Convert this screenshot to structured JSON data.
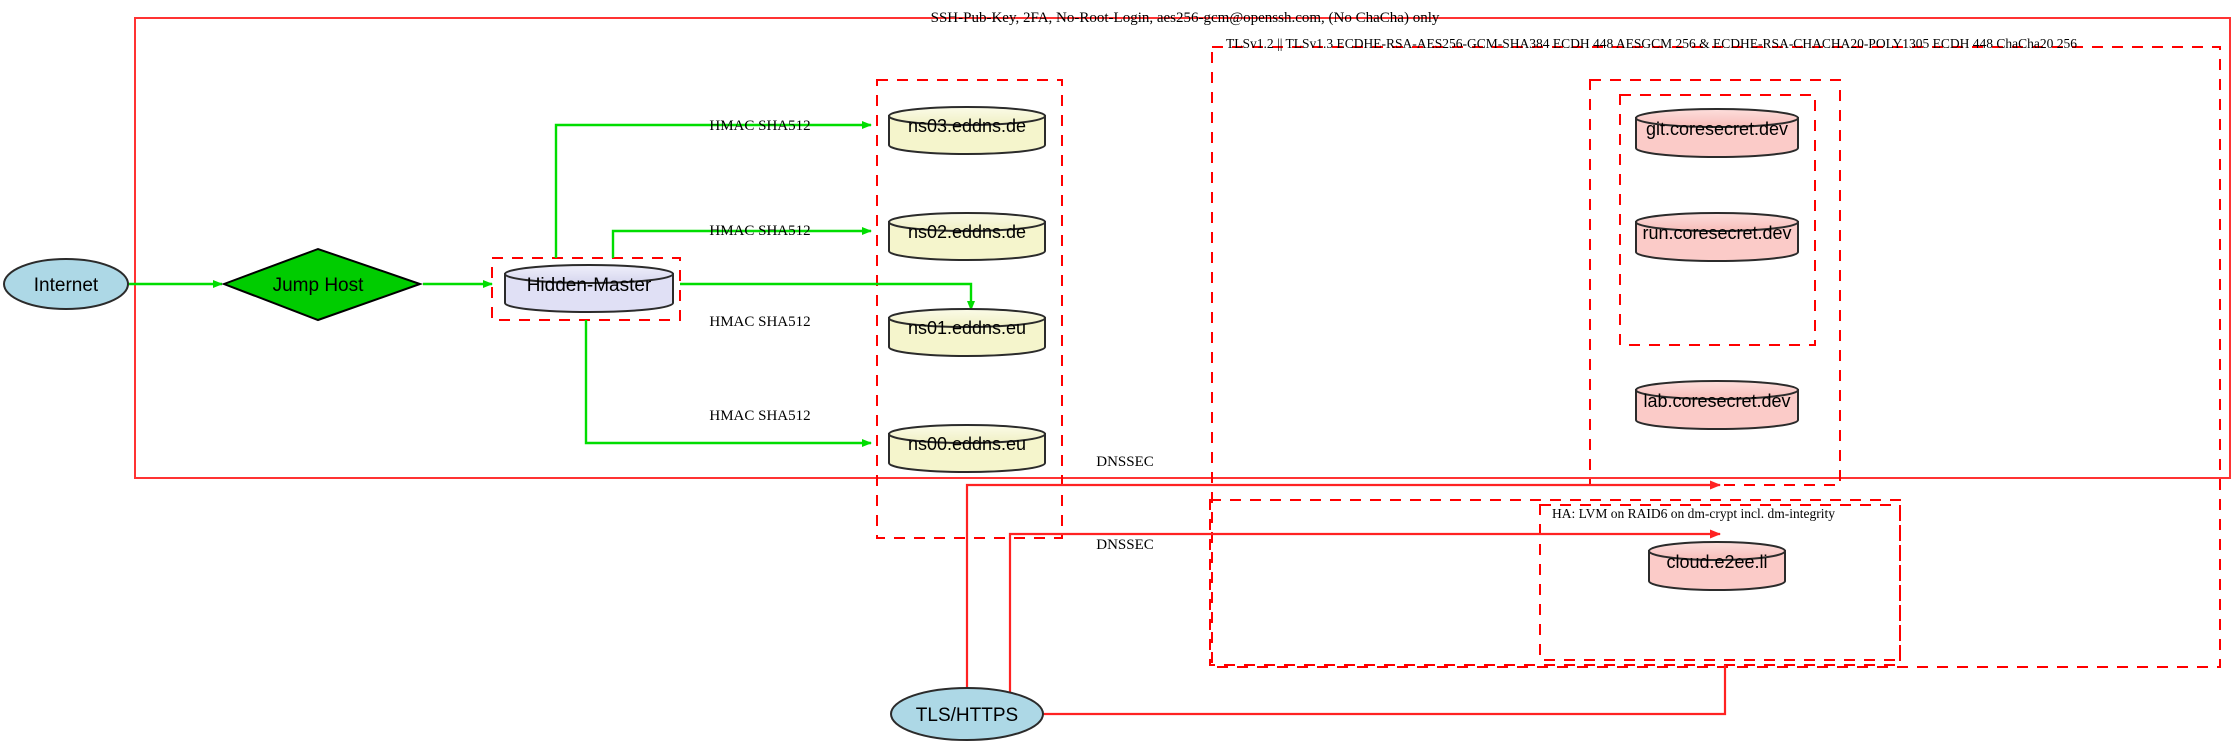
{
  "diagram": {
    "title_label": "SSH-Pub-Key, 2FA, No-Root-Login, aes256-gcm@openssh.com, (No ChaCha) only",
    "tls_label": "TLSv1.2 || TLSv1.3 ECDHE-RSA-AES256-GCM-SHA384 ECDH 448 AESGCM 256 & ECDHE-RSA-CHACHA20-POLY1305 ECDH 448 ChaCha20 256",
    "ha_label": "HA: LVM on RAID6 on dm-crypt incl. dm-integrity",
    "colors": {
      "boundary": "#ff3333",
      "dashed": "#ff0000",
      "flow_green": "#00dd00",
      "internet_fill": "#add8e6",
      "jumphost_fill": "#00cc00",
      "master_fill": "#e0e0f5",
      "dns_fill": "#f5f5cc",
      "secret_fill": "#fbcbc8",
      "stroke": "#2b2b2b"
    },
    "nodes": {
      "internet": "Internet",
      "jump_host": "Jump Host",
      "hidden_master": "Hidden-Master",
      "tls_https": "TLS/HTTPS",
      "dns": [
        {
          "label": "ns03.eddns.de"
        },
        {
          "label": "ns02.eddns.de"
        },
        {
          "label": "ns01.eddns.eu"
        },
        {
          "label": "ns00.eddns.eu"
        }
      ],
      "secrets": [
        {
          "label": "git.coresecret.dev"
        },
        {
          "label": "run.coresecret.dev"
        },
        {
          "label": "lab.coresecret.dev"
        }
      ],
      "cloud": "cloud.e2ee.li"
    },
    "edges": {
      "hmac": [
        {
          "label": "HMAC SHA512"
        },
        {
          "label": "HMAC SHA512"
        },
        {
          "label": "HMAC SHA512"
        },
        {
          "label": "HMAC SHA512"
        }
      ],
      "dnssec": [
        {
          "label": "DNSSEC"
        },
        {
          "label": "DNSSEC"
        }
      ]
    }
  }
}
